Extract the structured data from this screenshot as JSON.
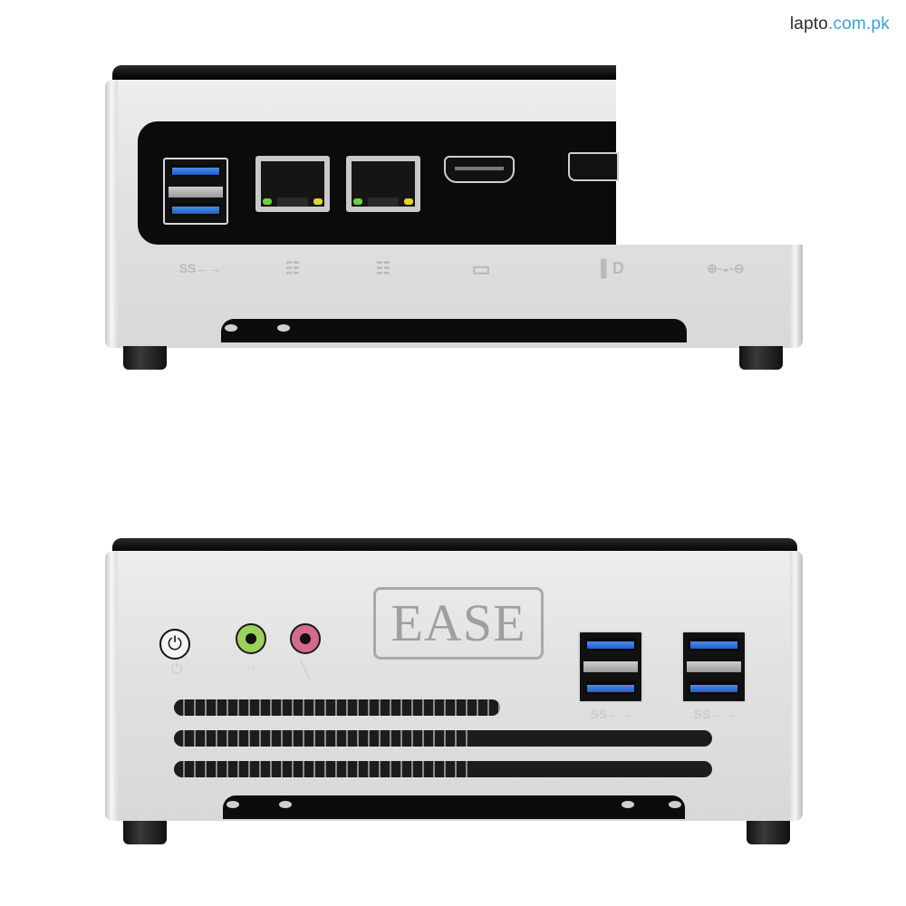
{
  "watermark": {
    "prefix": "lapto",
    "suffix": ".com.pk",
    "colors": {
      "prefix": "#2a2a2a",
      "suffix": "#3aa0d8"
    }
  },
  "product": {
    "brand_logo": "EASE",
    "chassis_color": "#e0e0e0",
    "panel_color": "#0b0b0d"
  },
  "rear_view": {
    "ports": [
      {
        "type": "USB 3.0 (dual)",
        "icon": "ss-usb-icon",
        "label": "SS←→"
      },
      {
        "type": "RJ45 LAN",
        "icon": "network-icon",
        "label": "☷"
      },
      {
        "type": "RJ45 LAN",
        "icon": "network-icon",
        "label": "☷"
      },
      {
        "type": "HDMI",
        "icon": "hdmi-icon",
        "label": "▭"
      },
      {
        "type": "DisplayPort",
        "icon": "displayport-icon",
        "label": "▌D"
      },
      {
        "type": "DC-in",
        "icon": "dc-power-icon",
        "label": "⊕-◒-⊖"
      }
    ]
  },
  "front_view": {
    "controls": [
      {
        "type": "Power button",
        "icon": "power-icon",
        "glyph": "⏻"
      },
      {
        "type": "Headphone jack",
        "icon": "headphone-icon",
        "color": "#9ad25c",
        "glyph": "∩"
      },
      {
        "type": "Microphone jack",
        "icon": "microphone-icon",
        "color": "#d46b8e",
        "glyph": "╲"
      }
    ],
    "usb_ports": [
      {
        "type": "USB 3.0 (dual)",
        "label": "SS←→"
      },
      {
        "type": "USB 3.0 (dual)",
        "label": "SS←→"
      }
    ],
    "vents": 3
  }
}
